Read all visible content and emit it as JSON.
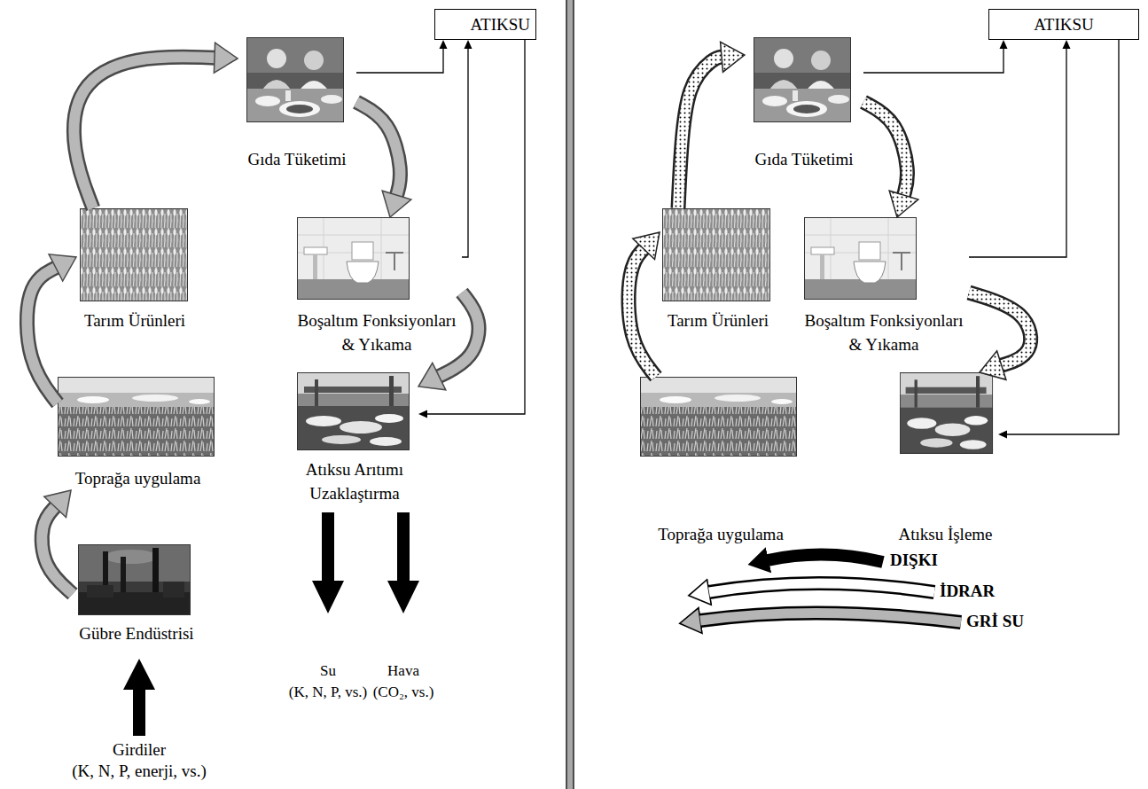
{
  "diagram": {
    "nodes": [
      {
        "text": [
          "ATIKSU"
        ]
      },
      {
        "text": [
          "Gıda Tüketimi"
        ]
      },
      {
        "text": [
          "Tarım Ürünleri"
        ]
      },
      {
        "text": [
          "Boşaltım Fonksiyonları & Yıkama"
        ]
      },
      {
        "text": [
          "Toprağa uygulama"
        ]
      },
      {
        "text": [
          "Atıksu Arıtımı Uzaklaştırma"
        ]
      },
      {
        "text": [
          "Gübre Endüstrisi"
        ]
      },
      {
        "text": [
          "ATIKSU"
        ]
      },
      {
        "text": [
          "Gıda Tüketimi"
        ]
      },
      {
        "text": [
          "Tarım Ürünleri"
        ]
      },
      {
        "text": [
          "Boşaltım Fonksiyonları & Yıkama"
        ]
      },
      {
        "text": [
          "Toprağa uygulama"
        ]
      },
      {
        "text": [
          "Atıksu İşleme"
        ]
      }
    ],
    "edges": [
      {
        "from": 1,
        "to": 0,
        "arrow": "to"
      },
      {
        "from": 3,
        "to": 0,
        "arrow": "to"
      },
      {
        "from": 0,
        "to": 5,
        "arrow": "to"
      },
      {
        "from": 1,
        "to": 3,
        "arrow": "to"
      },
      {
        "from": 3,
        "to": 5,
        "arrow": "to"
      },
      {
        "from": 6,
        "to": 4,
        "arrow": "to"
      },
      {
        "from": 4,
        "to": 2,
        "arrow": "to"
      },
      {
        "from": 2,
        "to": 1,
        "arrow": "to"
      },
      {
        "from": 8,
        "to": 7,
        "arrow": "to"
      },
      {
        "from": 10,
        "to": 7,
        "arrow": "to"
      },
      {
        "from": 7,
        "to": 12,
        "arrow": "to"
      },
      {
        "from": 8,
        "to": 10,
        "arrow": "to"
      },
      {
        "from": 10,
        "to": 12,
        "arrow": "to"
      },
      {
        "from": 11,
        "to": 9,
        "arrow": "to"
      },
      {
        "from": 9,
        "to": 8,
        "arrow": "to"
      }
    ],
    "labels": [
      "Su (K, N, P, vs.)",
      "Hava (CO₂, vs.)",
      "Girdiler (K, N, P, enerji, vs.)",
      "DIŞKI",
      "İDRAR",
      "GRİ SU"
    ]
  }
}
